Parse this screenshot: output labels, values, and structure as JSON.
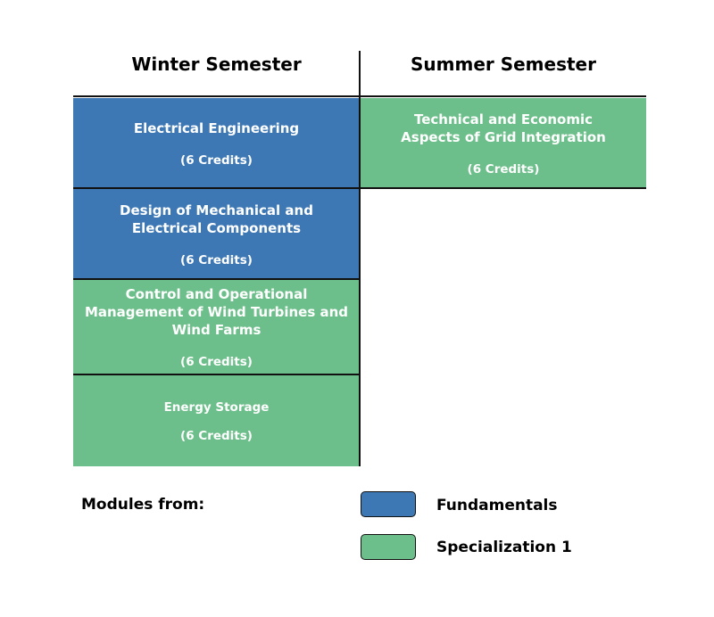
{
  "headers": {
    "winter": "Winter Semester",
    "summer": "Summer Semester"
  },
  "colors": {
    "fundamentals": "#3d78b5",
    "specialization": "#6cbf8a"
  },
  "winter_modules": [
    {
      "title": "Electrical Engineering",
      "credits": "(6 Credits)",
      "category": "Fundamentals"
    },
    {
      "title": "Design of Mechanical and Electrical Components",
      "credits": "(6 Credits)",
      "category": "Fundamentals"
    },
    {
      "title": "Control and Operational Management of Wind Turbines and Wind Farms",
      "credits": "(6 Credits)",
      "category": "Specialization 1"
    },
    {
      "title": "Energy Storage",
      "credits": "(6 Credits)",
      "category": "Specialization 1"
    }
  ],
  "summer_modules": [
    {
      "title": "Technical and Economic Aspects of Grid Integration",
      "credits": "(6 Credits)",
      "category": "Specialization 1"
    }
  ],
  "legend": {
    "title": "Modules from:",
    "items": [
      {
        "label": "Fundamentals"
      },
      {
        "label": "Specialization 1"
      }
    ]
  }
}
